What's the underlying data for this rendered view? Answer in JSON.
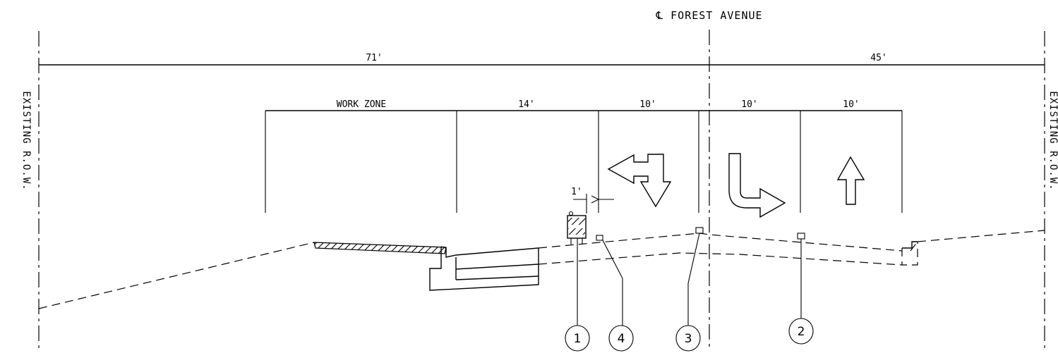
{
  "title": "℄ FOREST AVENUE",
  "dimensions": {
    "left_overall": "71'",
    "right_overall": "45'",
    "work_zone": "WORK ZONE",
    "lane_1": "14'",
    "lane_2": "10'",
    "lane_3": "10'",
    "lane_4": "10'",
    "offset": "1'"
  },
  "row_label_left": "EXISTING R.O.W.",
  "row_label_right": "EXISTING R.O.W.",
  "callouts": [
    "1",
    "4",
    "3",
    "2"
  ],
  "lane_arrows": [
    "left-through-arrow-icon",
    "right-turn-arrow-icon",
    "through-arrow-icon"
  ]
}
